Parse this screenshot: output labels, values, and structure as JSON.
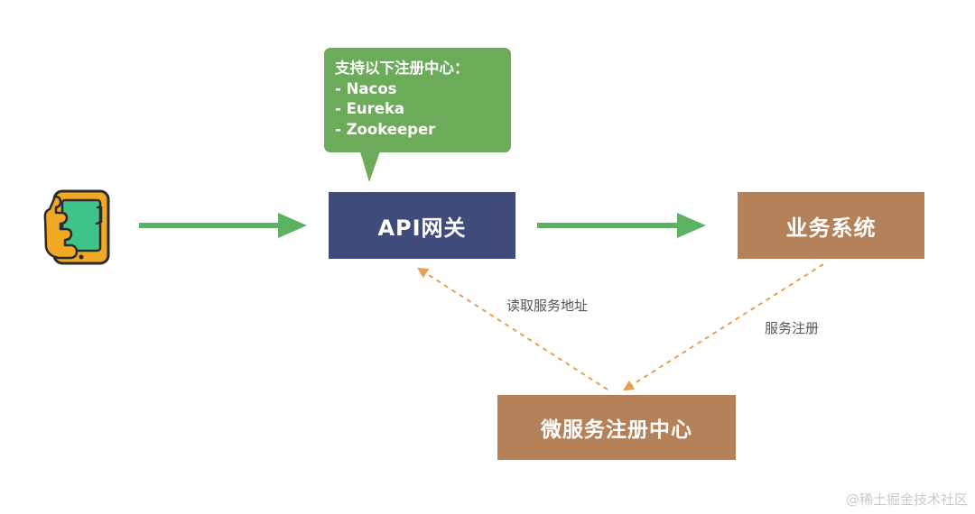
{
  "nodes": {
    "gateway": "API网关",
    "business": "业务系统",
    "registry": "微服务注册中心"
  },
  "callout": {
    "title": "支持以下注册中心：",
    "items": [
      "- Nacos",
      "- Eureka",
      "- Zookeeper"
    ]
  },
  "edges": {
    "read_label": "读取服务地址",
    "register_label": "服务注册"
  },
  "watermark": "@稀土掘金技术社区",
  "icons": {
    "client": "smartphone-in-hand-icon"
  },
  "colors": {
    "gateway": "#3f4b7a",
    "service": "#b58158",
    "callout": "#6cab59",
    "flow_arrow": "#5bb262",
    "dashed_arrow": "#e2a155",
    "phone_body": "#f0a825",
    "phone_screen": "#3ec48a"
  }
}
